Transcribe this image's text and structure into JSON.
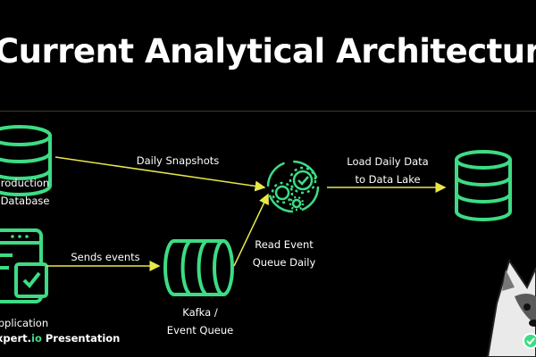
{
  "title": "Current Analytical Architecture",
  "nodes": {
    "production_db": "roduction\nDatabase",
    "application": "Application",
    "kafka": "Kafka /\nEvent Queue",
    "processing": "",
    "data_lake": ""
  },
  "edges": {
    "daily_snapshots": "Daily Snapshots",
    "sends_events": "Sends events",
    "read_event_queue": "Read Event\nQueue Daily",
    "load_daily_data": "Load Daily Data\nto Data Lake"
  },
  "footer": {
    "brand_prefix": "xpert.",
    "brand_suffix": "io",
    "brand_tail": " Presentation"
  },
  "colors": {
    "accent": "#3ddc84",
    "arrow": "#e8e84a",
    "background": "#000000"
  },
  "icons": [
    "database-icon",
    "mobile-app-icon",
    "gears-icon",
    "kafka-queue-icon",
    "husky-mascot-icon"
  ]
}
